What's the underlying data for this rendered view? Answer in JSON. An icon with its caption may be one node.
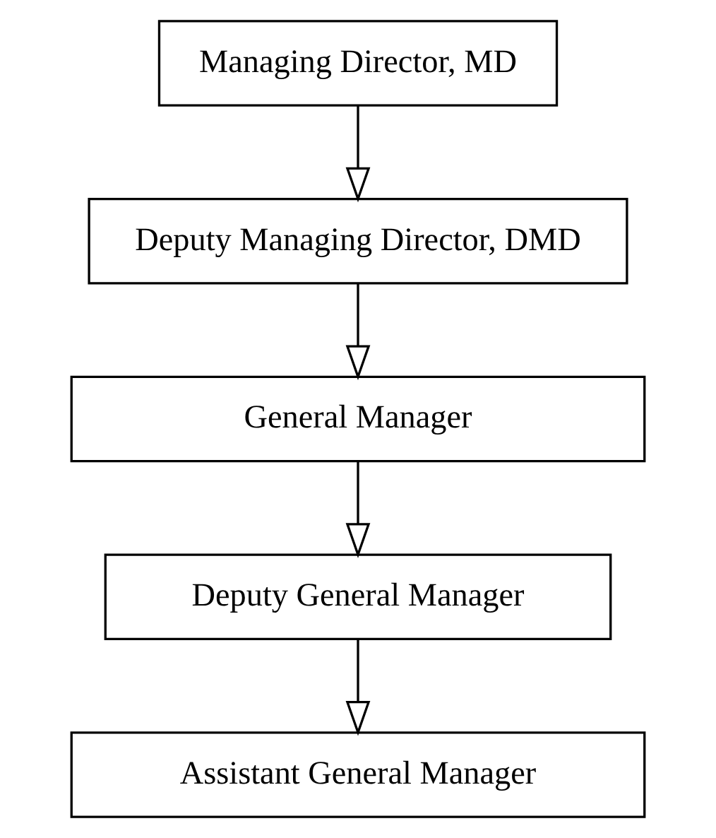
{
  "diagram": {
    "nodes": [
      {
        "text": [
          "Managing Director, MD"
        ]
      },
      {
        "text": [
          "Deputy Managing Director, DMD"
        ]
      },
      {
        "text": [
          "General Manager"
        ]
      },
      {
        "text": [
          "Deputy General Manager"
        ]
      },
      {
        "text": [
          "Assistant General Manager"
        ]
      }
    ],
    "edges": [
      {
        "from": 0,
        "to": 1,
        "arrow": "to"
      },
      {
        "from": 1,
        "to": 2,
        "arrow": "to"
      },
      {
        "from": 2,
        "to": 3,
        "arrow": "to"
      },
      {
        "from": 3,
        "to": 4,
        "arrow": "to"
      }
    ]
  }
}
